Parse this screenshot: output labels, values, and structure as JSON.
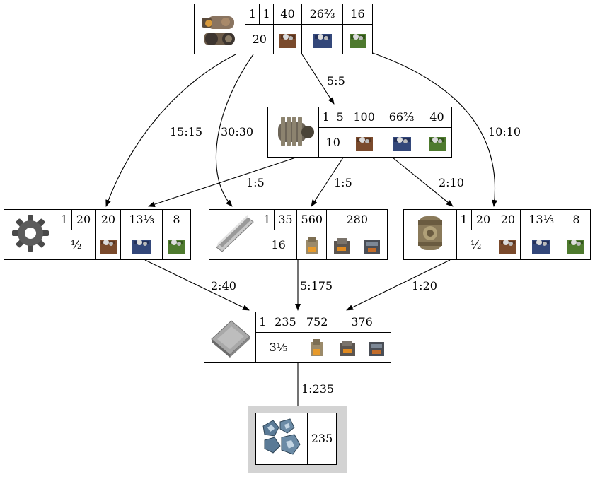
{
  "nodes": {
    "cannon": {
      "item_icon": "cannon-turret-icon",
      "r1": [
        "1",
        "1",
        "40",
        "26²⁄₃",
        "16"
      ],
      "count": "20",
      "machines": [
        "wooden-assembler-icon",
        "blue-assembler-icon",
        "green-assembler-icon"
      ]
    },
    "engine": {
      "item_icon": "engine-unit-icon",
      "r1": [
        "1",
        "5",
        "100",
        "66²⁄₃",
        "40"
      ],
      "count": "10",
      "machines": [
        "wooden-assembler-icon",
        "blue-assembler-icon",
        "green-assembler-icon"
      ]
    },
    "gear": {
      "item_icon": "iron-gear-icon",
      "r1": [
        "1",
        "20",
        "20",
        "13¹⁄₃",
        "8"
      ],
      "count": "¹⁄₂",
      "machines": [
        "wooden-assembler-icon",
        "blue-assembler-icon",
        "green-assembler-icon"
      ]
    },
    "steel": {
      "item_icon": "steel-beam-icon",
      "r1": [
        "1",
        "35",
        "560",
        "280"
      ],
      "count": "16",
      "machines": [
        "stone-furnace-icon",
        "steel-furnace-icon",
        "electric-furnace-icon"
      ]
    },
    "pipe": {
      "item_icon": "pipe-icon",
      "r1": [
        "1",
        "20",
        "20",
        "13¹⁄₃",
        "8"
      ],
      "count": "¹⁄₂",
      "machines": [
        "wooden-assembler-icon",
        "blue-assembler-icon",
        "green-assembler-icon"
      ]
    },
    "iron": {
      "item_icon": "iron-plate-icon",
      "r1": [
        "1",
        "235",
        "752",
        "376"
      ],
      "count": "3¹⁄₅",
      "machines": [
        "stone-furnace-icon",
        "steel-furnace-icon",
        "electric-furnace-icon"
      ]
    },
    "ore": {
      "item_icon": "iron-ore-icon",
      "amount": "235"
    }
  },
  "edges": [
    {
      "label": "15:15"
    },
    {
      "label": "30:30"
    },
    {
      "label": "5:5"
    },
    {
      "label": "10:10"
    },
    {
      "label": "1:5"
    },
    {
      "label": "1:5"
    },
    {
      "label": "2:10"
    },
    {
      "label": "2:40"
    },
    {
      "label": "5:175"
    },
    {
      "label": "1:20"
    },
    {
      "label": "1:235"
    }
  ],
  "colors": {
    "source_background": "#d3d3d3",
    "wooden_assembler": "#8a5a3a",
    "blue_assembler": "#33477a",
    "green_assembler": "#4e7a2e"
  }
}
